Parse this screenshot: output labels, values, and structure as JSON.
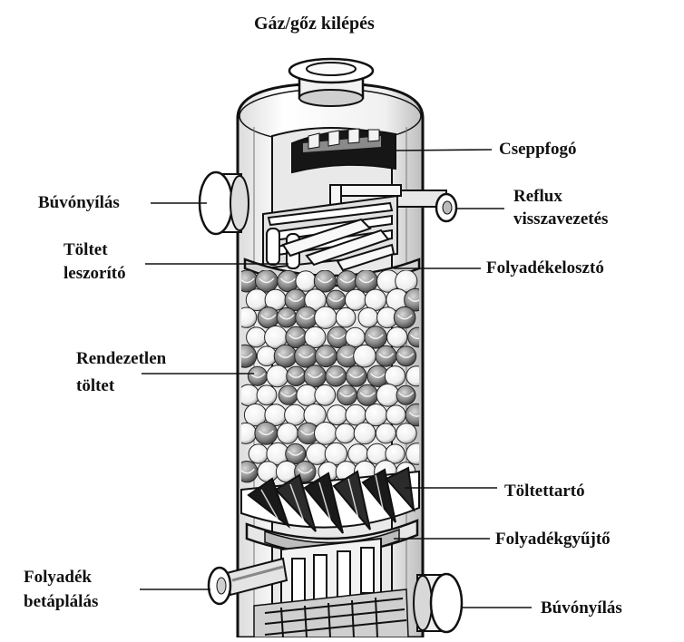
{
  "labels": {
    "gas_outlet": "Gáz/gőz kilépés",
    "droplet_separator": "Cseppfogó",
    "manhole_top": "Búvónyílás",
    "reflux_line1": "Reflux",
    "reflux_line2": "visszavezetés",
    "hold_down_line1": "Töltet",
    "hold_down_line2": "leszorító",
    "liquid_distributor": "Folyadékelosztó",
    "random_packing_line1": "Rendezetlen",
    "random_packing_line2": "töltet",
    "packing_support": "Töltettartó",
    "liquid_collector": "Folyadékgyűjtő",
    "liquid_feed_line1": "Folyadék",
    "liquid_feed_line2": "betáplálás",
    "manhole_bottom": "Búvónyílás"
  },
  "colors": {
    "ink": "#111111",
    "shell": "#f4f4f4",
    "interior": "#e9e9e9",
    "ball_light": "#ffffff",
    "ball_dark": "#9a9a9a"
  }
}
